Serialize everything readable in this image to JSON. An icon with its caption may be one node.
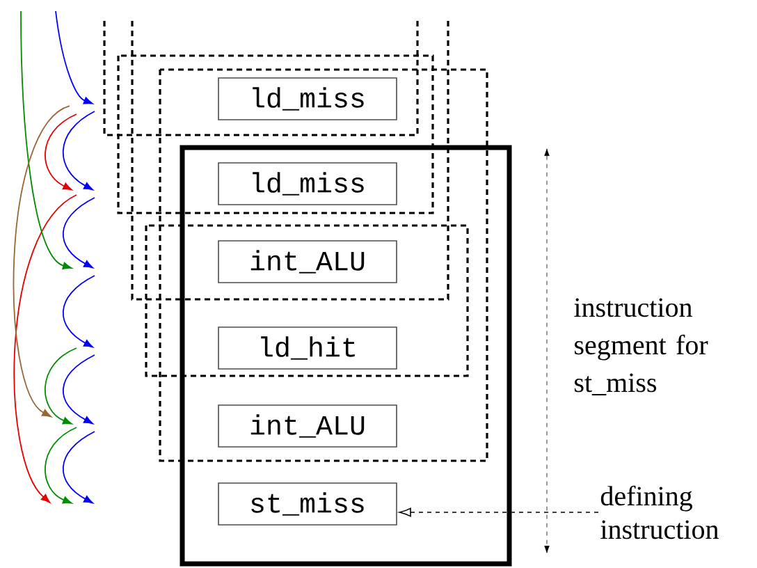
{
  "diagram": {
    "nodes": [
      {
        "text": [
          "ld_miss"
        ]
      },
      {
        "text": [
          "ld_miss"
        ]
      },
      {
        "text": [
          "int_ALU"
        ]
      },
      {
        "text": [
          "ld_hit"
        ]
      },
      {
        "text": [
          "int_ALU"
        ]
      },
      {
        "text": [
          "st_miss"
        ]
      },
      {
        "text": [
          "defining instruction"
        ]
      }
    ],
    "edges": [
      {
        "from": 6,
        "to": 5,
        "arrow": "to",
        "style": "dashed"
      }
    ],
    "labels": [
      "instruction segment for st_miss"
    ]
  }
}
